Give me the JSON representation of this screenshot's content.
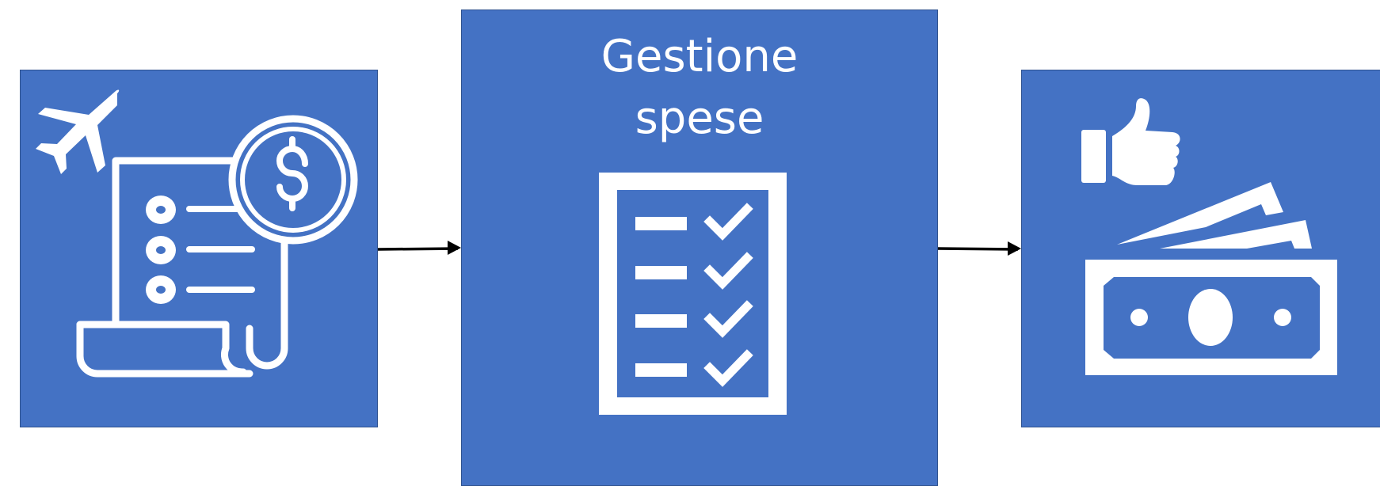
{
  "diagram": {
    "title": "Gestione\nspese",
    "nodes": [
      {
        "id": "travel-receipt",
        "icon": "travel-receipt-icon"
      },
      {
        "id": "expense-management",
        "icon": "checklist-icon"
      },
      {
        "id": "approved-payment",
        "icon": "approved-payment-icon"
      }
    ],
    "edges": [
      {
        "from": "travel-receipt",
        "to": "expense-management"
      },
      {
        "from": "expense-management",
        "to": "approved-payment"
      }
    ],
    "colors": {
      "box_fill": "#4472c4",
      "box_border": "#2f528f",
      "icon": "#ffffff",
      "arrow": "#000000"
    }
  }
}
